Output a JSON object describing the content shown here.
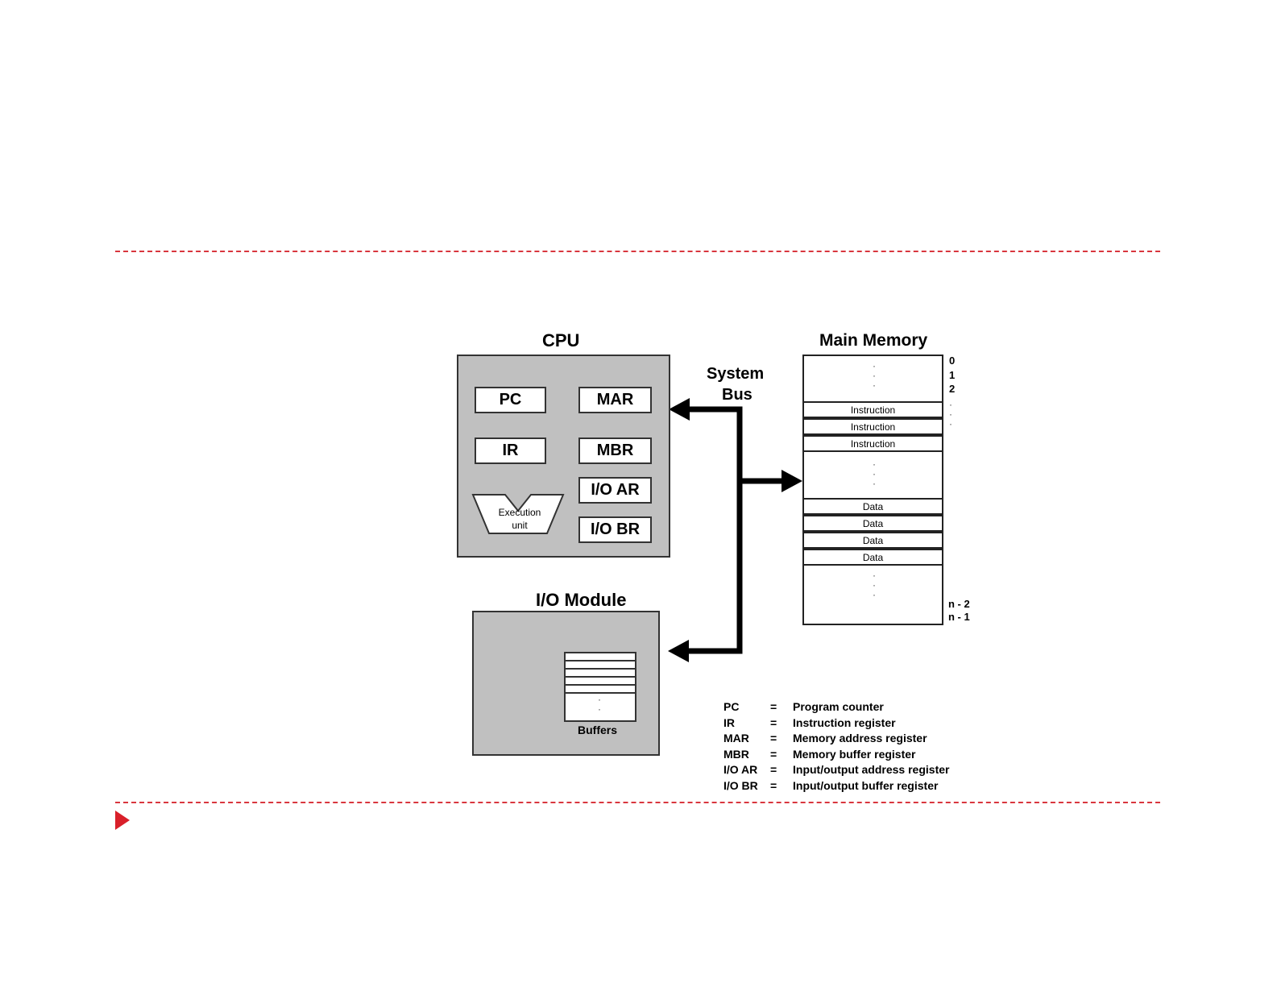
{
  "diagram": {
    "cpu": {
      "title": "CPU",
      "registers": {
        "pc": "PC",
        "ir": "IR",
        "mar": "MAR",
        "mbr": "MBR",
        "ioar": "I/O AR",
        "iobr": "I/O BR"
      },
      "execution_unit": [
        "Execution",
        "unit"
      ]
    },
    "bus": {
      "line1": "System",
      "line2": "Bus"
    },
    "memory": {
      "title": "Main Memory",
      "instruction_rows": [
        "Instruction",
        "Instruction",
        "Instruction"
      ],
      "data_rows": [
        "Data",
        "Data",
        "Data",
        "Data"
      ],
      "addresses_top": [
        "0",
        "1",
        "2"
      ],
      "addresses_bottom": [
        "n - 2",
        "n - 1"
      ]
    },
    "io_module": {
      "title": "I/O Module",
      "buffers_label": "Buffers"
    },
    "legend": [
      {
        "abbr": "PC",
        "eq": "=",
        "desc": "Program counter"
      },
      {
        "abbr": "IR",
        "eq": "=",
        "desc": "Instruction register"
      },
      {
        "abbr": "MAR",
        "eq": "=",
        "desc": "Memory address register"
      },
      {
        "abbr": "MBR",
        "eq": "=",
        "desc": "Memory buffer register"
      },
      {
        "abbr": "I/O AR",
        "eq": "=",
        "desc": "Input/output address register"
      },
      {
        "abbr": "I/O BR",
        "eq": "=",
        "desc": "Input/output buffer register"
      }
    ],
    "colors": {
      "accent": "#d9363e",
      "box_fill": "#c0c0c0",
      "line": "#000000"
    }
  }
}
